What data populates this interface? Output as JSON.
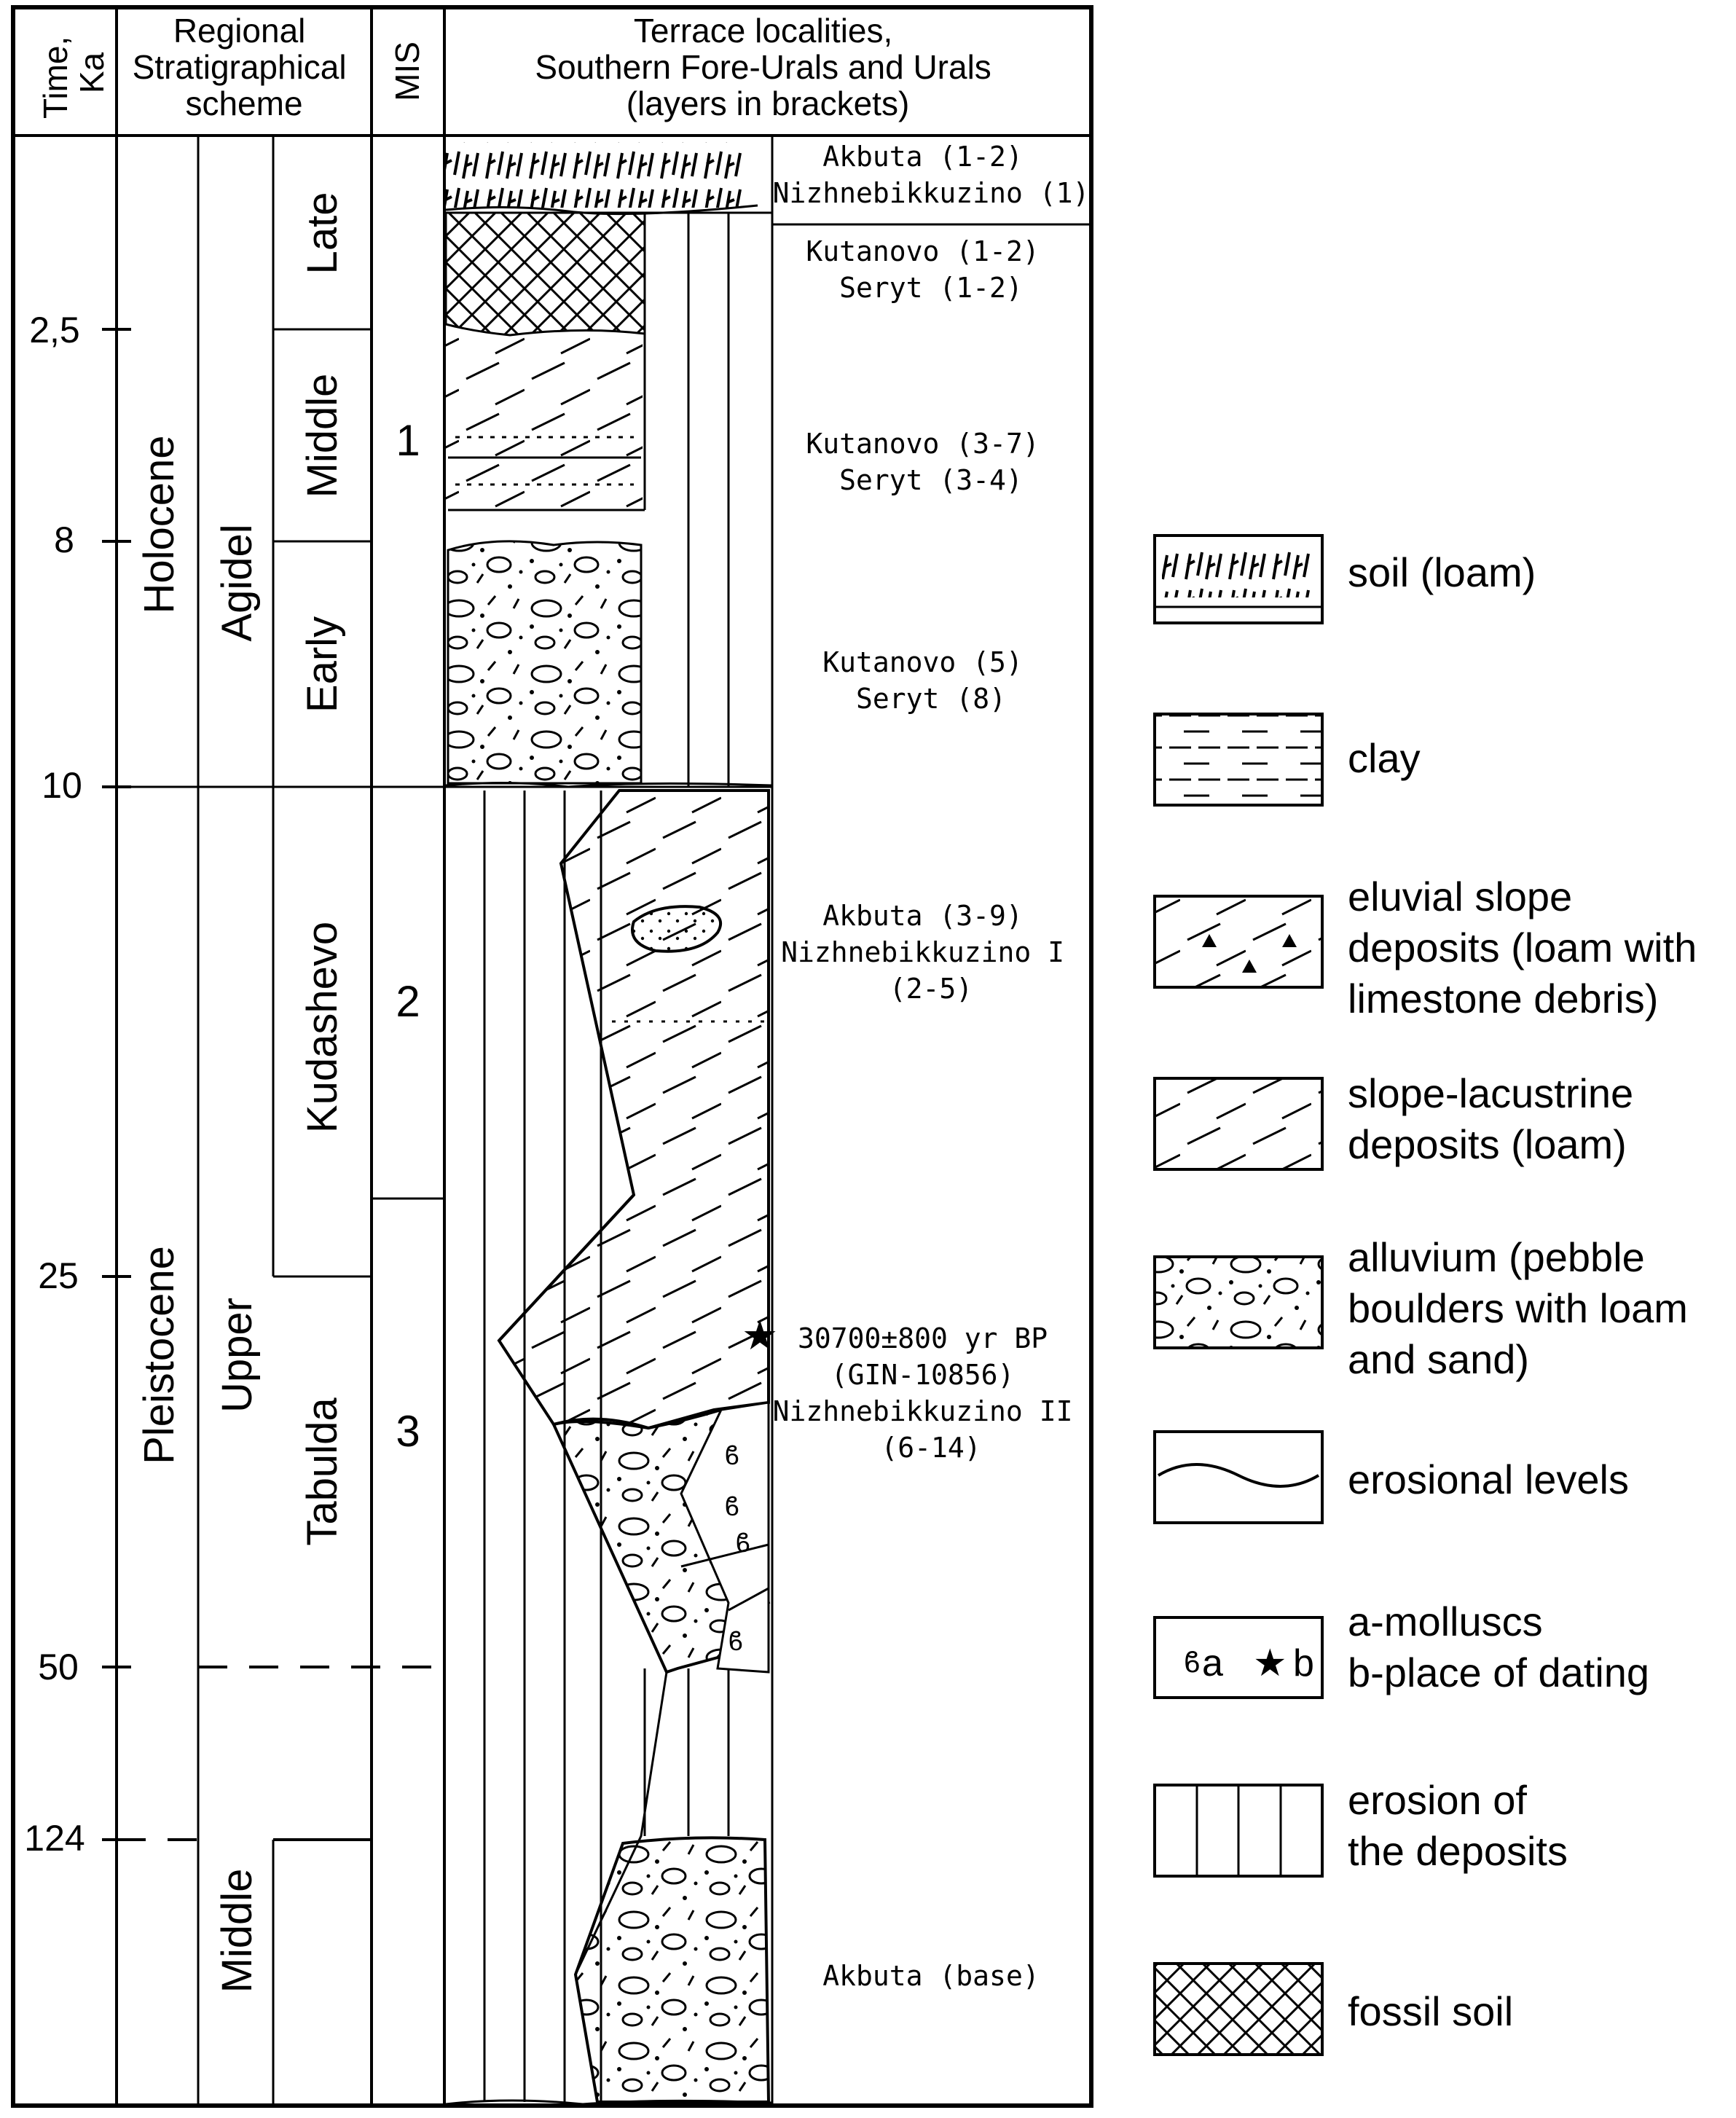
{
  "headers": {
    "time": [
      "Time,",
      "Ka"
    ],
    "scheme": [
      "Regional",
      "Stratigraphical",
      "scheme"
    ],
    "mis": "MIS",
    "localities": [
      "Terrace localities,",
      "Southern Fore-Urals and Urals",
      "(layers in brackets)"
    ]
  },
  "time_ticks": [
    "2,5",
    "8",
    "10",
    "25",
    "50",
    "124"
  ],
  "epochs": {
    "holocene": "Holocene",
    "pleistocene": "Pleistocene"
  },
  "horizons": {
    "agidel": "Agidel",
    "upper": "Upper",
    "middle": "Middle"
  },
  "substages": {
    "late": "Late",
    "middle": "Middle",
    "early": "Early",
    "kudashevo": "Kudashevo",
    "tabulda": "Tabulda"
  },
  "mis_numbers": [
    "1",
    "2",
    "3"
  ],
  "localities": [
    {
      "lines": [
        "Akbuta (1-2)",
        "Nizhnebikkuzino (1)"
      ]
    },
    {
      "lines": [
        "Kutanovo (1-2)",
        "Seryt (1-2)"
      ]
    },
    {
      "lines": [
        "Kutanovo (3-7)",
        "Seryt (3-4)"
      ]
    },
    {
      "lines": [
        "Kutanovo (5)",
        "Seryt (8)"
      ]
    },
    {
      "lines": [
        "Akbuta (3-9)",
        "Nizhnebikkuzino I",
        "(2-5)"
      ]
    },
    {
      "lines": [
        "30700±800 yr BP",
        "(GIN-10856)",
        "Nizhnebikkuzino II",
        "(6-14)"
      ]
    },
    {
      "lines": [
        "Akbuta (base)"
      ]
    }
  ],
  "legend": [
    {
      "pattern": "soil",
      "lines": [
        "soil (loam)"
      ]
    },
    {
      "pattern": "clay",
      "lines": [
        "clay"
      ]
    },
    {
      "pattern": "eluvial",
      "lines": [
        "eluvial slope",
        "deposits (loam with",
        "limestone debris)"
      ]
    },
    {
      "pattern": "slope",
      "lines": [
        "slope-lacustrine",
        "deposits (loam)"
      ]
    },
    {
      "pattern": "alluvium",
      "lines": [
        "alluvium (pebble",
        "boulders with loam",
        "and sand)"
      ]
    },
    {
      "pattern": "erosional",
      "lines": [
        "erosional levels"
      ]
    },
    {
      "pattern": "molluscs",
      "lines": [
        "a-molluscs",
        "b-place of dating"
      ],
      "box_labels": [
        "a",
        "b"
      ]
    },
    {
      "pattern": "erosion",
      "lines": [
        "erosion of",
        "the deposits"
      ]
    },
    {
      "pattern": "fossil",
      "lines": [
        "fossil soil"
      ]
    }
  ]
}
